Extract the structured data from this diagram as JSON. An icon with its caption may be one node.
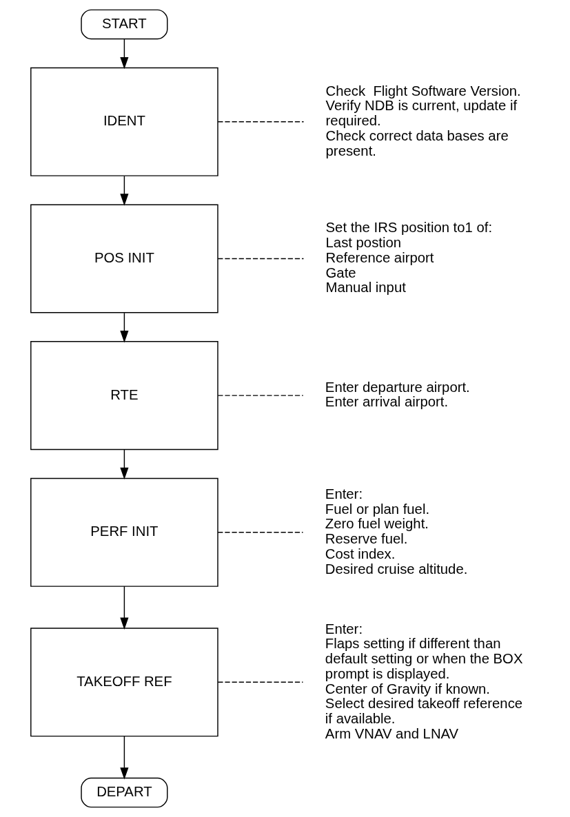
{
  "diagram": {
    "nodes": [
      {
        "text": [
          "START"
        ]
      },
      {
        "text": [
          "IDENT"
        ]
      },
      {
        "text": [
          "Check  Flight Software Version.",
          "Verify NDB is current, update if required.",
          "Check correct data bases are present."
        ]
      },
      {
        "text": [
          "POS INIT"
        ]
      },
      {
        "text": [
          "Set the IRS position to1 of:",
          "Last postion",
          "Reference airport",
          "Gate",
          "Manual input"
        ]
      },
      {
        "text": [
          "RTE"
        ]
      },
      {
        "text": [
          "Enter departure airport.",
          "Enter arrival airport."
        ]
      },
      {
        "text": [
          "PERF INIT"
        ]
      },
      {
        "text": [
          "Enter:",
          "Fuel or plan fuel.",
          "Zero fuel weight.",
          "Reserve fuel.",
          "Cost index.",
          "Desired cruise altitude."
        ]
      },
      {
        "text": [
          "TAKEOFF REF"
        ]
      },
      {
        "text": [
          "Enter:",
          "Flaps setting if different than default setting or when the BOX prompt is displayed.",
          "Center of Gravity if known.",
          "Select desired takeoff reference if available.",
          "Arm VNAV and LNAV"
        ]
      },
      {
        "text": [
          "DEPART"
        ]
      }
    ],
    "edges": [
      {
        "from": 0,
        "to": 1,
        "arrow": "to"
      },
      {
        "from": 1,
        "to": 2,
        "arrow": "none",
        "style": "dashed"
      },
      {
        "from": 1,
        "to": 3,
        "arrow": "to"
      },
      {
        "from": 3,
        "to": 4,
        "arrow": "none",
        "style": "dashed"
      },
      {
        "from": 3,
        "to": 5,
        "arrow": "to"
      },
      {
        "from": 5,
        "to": 6,
        "arrow": "none",
        "style": "dashed"
      },
      {
        "from": 5,
        "to": 7,
        "arrow": "to"
      },
      {
        "from": 7,
        "to": 8,
        "arrow": "none",
        "style": "dashed"
      },
      {
        "from": 7,
        "to": 9,
        "arrow": "to"
      },
      {
        "from": 9,
        "to": 10,
        "arrow": "none",
        "style": "dashed"
      },
      {
        "from": 9,
        "to": 11,
        "arrow": "to"
      }
    ]
  }
}
